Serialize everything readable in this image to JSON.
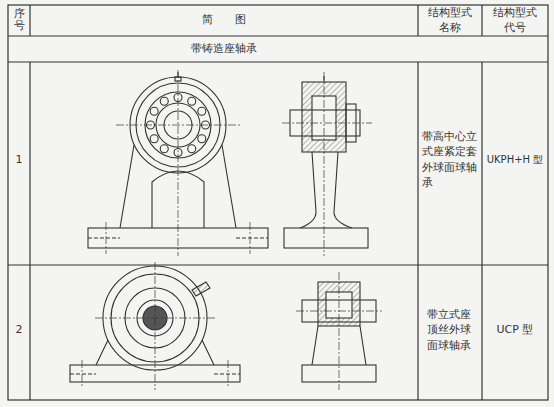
{
  "diagram": {
    "labels": [
      "序号",
      "简　　图",
      "结构型式名称",
      "结构型式代号",
      "带铸造座轴承",
      "1",
      "带高中心立式座紧定套外球面球轴承",
      "UKPH+H 型",
      "2",
      "带立式座顶丝外球面球轴承",
      "UCP 型"
    ]
  }
}
